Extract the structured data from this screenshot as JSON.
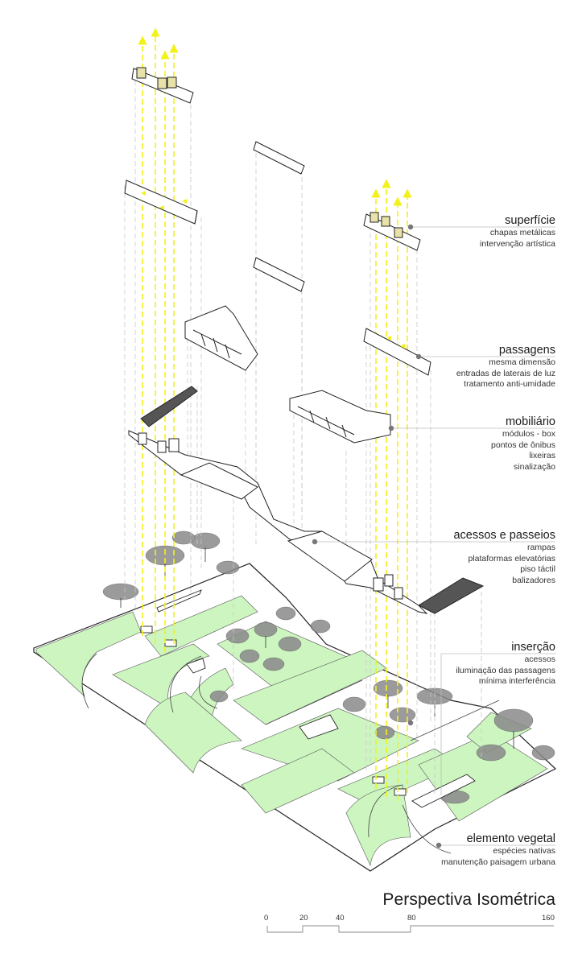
{
  "title": "Perspectiva Isométrica",
  "labels": [
    {
      "id": "superficie",
      "title": "superfície",
      "lines": [
        "chapas metálicas",
        "intervenção artística"
      ]
    },
    {
      "id": "passagens",
      "title": "passagens",
      "lines": [
        "mesma dimensão",
        "entradas de laterais de luz",
        "tratamento anti-umidade"
      ]
    },
    {
      "id": "mobiliario",
      "title": "mobiliário",
      "lines": [
        "módulos - box",
        "pontos de ônibus",
        "lixeiras",
        "sinalização"
      ]
    },
    {
      "id": "acessos",
      "title": "acessos e passeios",
      "lines": [
        "rampas",
        "plataformas elevatórias",
        "piso táctil",
        "balizadores"
      ]
    },
    {
      "id": "insercao",
      "title": "inserção",
      "lines": [
        "acessos",
        "iluminação das passagens",
        "mínima interferência"
      ]
    },
    {
      "id": "vegetal",
      "title": "elemento vegetal",
      "lines": [
        "espécies nativas",
        "manutenção paisagem urbana"
      ]
    }
  ],
  "scale_bar": {
    "ticks": [
      "0",
      "20",
      "40",
      "80",
      "160"
    ]
  },
  "colors": {
    "grass": "#cdf5c0",
    "arrow": "#f2f21a",
    "leader": "#bbbbbb",
    "dash": "#c8c8c8",
    "tree": "#7a7a7a"
  }
}
